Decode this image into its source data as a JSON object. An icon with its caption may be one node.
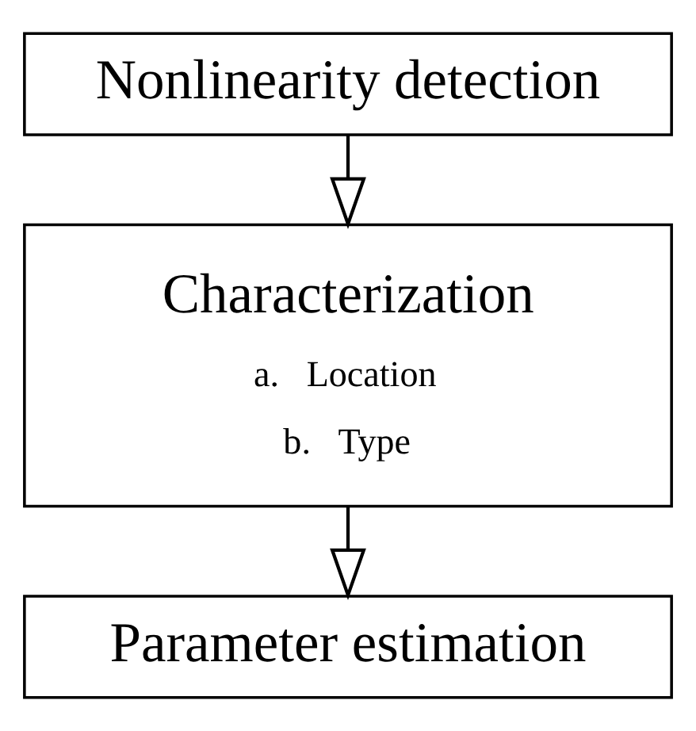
{
  "diagram": {
    "nodes": [
      {
        "text": [
          "Nonlinearity detection"
        ]
      },
      {
        "text": [
          "Characterization",
          "a.   Location",
          "b.   Type"
        ]
      },
      {
        "text": [
          "Parameter estimation"
        ]
      }
    ],
    "edges": [
      {
        "from": 0,
        "to": 1,
        "arrow": "to"
      },
      {
        "from": 1,
        "to": 2,
        "arrow": "to"
      }
    ]
  }
}
